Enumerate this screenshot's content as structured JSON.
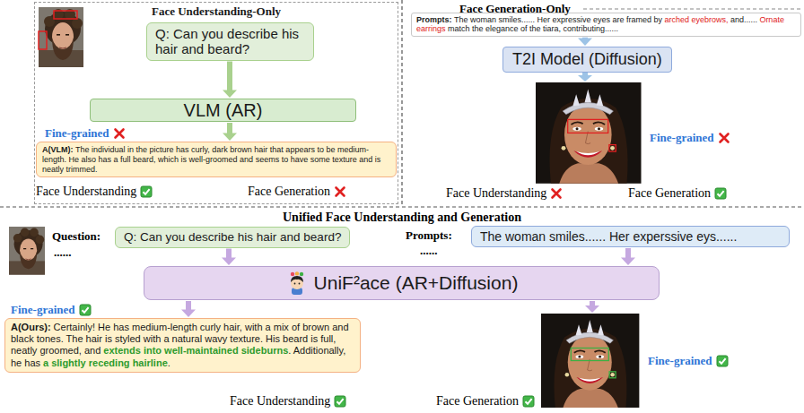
{
  "diagram": {
    "nodes": [
      {
        "text": [
          "Face Understanding-Only"
        ]
      },
      {
        "text": [
          "Q: Can you describe his hair and beard?"
        ],
        "in": 0
      },
      {
        "text": [
          "VLM (AR)"
        ],
        "in": 0
      },
      {
        "text": [
          "A(VLM):",
          "The individual in the picture has curly, dark brown hair that appears to be medium-length. He also has a full beard, which is well-groomed and seems to have some texture and is neatly trimmed."
        ],
        "in": 0
      },
      {
        "text": [
          "Prompts:",
          "The woman smiles...... Her expressive eyes are framed by",
          "arched eyebrows,",
          "and......",
          "Ornate earrings",
          "match the elegance of the tiara, contributing......"
        ]
      },
      {
        "text": [
          "T2I Model (Diffusion)"
        ]
      },
      {
        "text": [
          "Q: Can you describe his hair and beard?"
        ]
      },
      {
        "text": [
          "The woman smiles...... Her experssive eys......"
        ]
      },
      {
        "text": [
          "UniF²ace (AR+Diffusion)"
        ]
      },
      {
        "text": [
          "A(Ours):",
          "Certainly! He has medium-length curly hair, with a mix of brown and black tones. The hair is styled with a natural wavy texture. His beard is full, neatly groomed, and",
          "extends into well-maintained sideburns",
          ". Additionally, he has",
          "a slightly receding hairline",
          "."
        ]
      }
    ],
    "edges": [
      {
        "from": 1,
        "to": 2,
        "arrow": "to"
      },
      {
        "from": 2,
        "to": 3,
        "arrow": "to"
      },
      {
        "from": 4,
        "to": 5,
        "arrow": "to"
      },
      {
        "from": 6,
        "to": 8,
        "arrow": "to"
      },
      {
        "from": 7,
        "to": 8,
        "arrow": "to"
      },
      {
        "from": 8,
        "to": 9,
        "arrow": "to"
      }
    ],
    "labels": [
      "Fine-grained",
      "Face Understanding",
      "Face Generation",
      "Face Generation-Only",
      "Fine-grained",
      "Face Understanding",
      "Face Generation",
      "Unified Face Understanding and Generation",
      "Question:",
      "......",
      "Prompts:",
      "......",
      "Fine-grained",
      "Fine-grained",
      "Face Understanding",
      "Face Generation"
    ]
  }
}
